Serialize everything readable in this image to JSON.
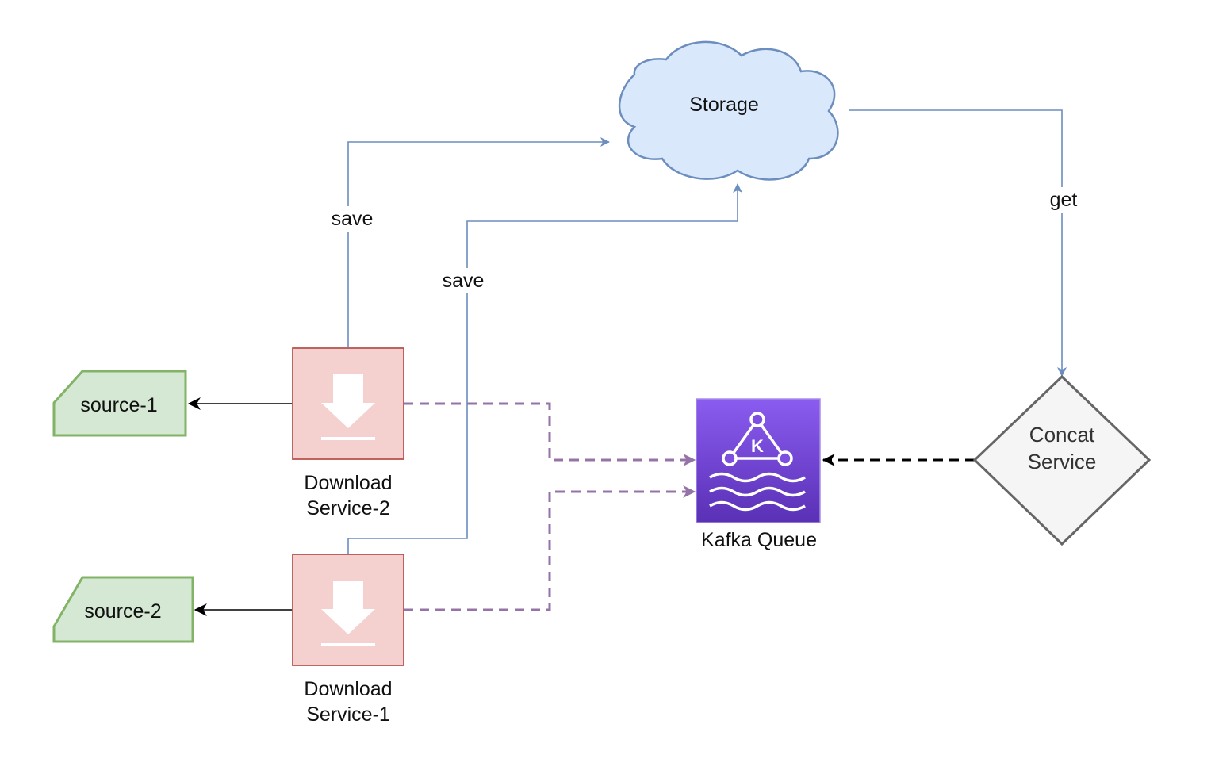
{
  "nodes": {
    "storage": {
      "label": "Storage",
      "fill": "#dae8fc",
      "stroke": "#6c8ebf"
    },
    "source1": {
      "label": "source-1",
      "fill": "#d5e8d4",
      "stroke": "#82b366"
    },
    "source2": {
      "label": "source-2",
      "fill": "#d5e8d4",
      "stroke": "#82b366"
    },
    "download2": {
      "label_line1": "Download",
      "label_line2": "Service-2",
      "fill": "#f4d0cf",
      "stroke": "#b85450",
      "icon": "download-icon"
    },
    "download1": {
      "label_line1": "Download",
      "label_line2": "Service-1",
      "fill": "#f4d0cf",
      "stroke": "#b85450",
      "icon": "download-icon"
    },
    "kafka": {
      "label": "Kafka Queue",
      "fill_top": "#8a5cf0",
      "fill_bottom": "#5a30b5",
      "icon": "kafka-icon",
      "icon_letter": "K"
    },
    "concat": {
      "label_line1": "Concat",
      "label_line2": "Service",
      "fill": "#f5f5f5",
      "stroke": "#666666"
    }
  },
  "edges": {
    "save_from_download2": {
      "label": "save",
      "color": "#6c8ebf"
    },
    "save_from_download1": {
      "label": "save",
      "color": "#6c8ebf"
    },
    "get_from_storage": {
      "label": "get",
      "color": "#6c8ebf"
    },
    "queue_edges_color": "#9673a6",
    "concat_to_kafka_color": "#000000"
  }
}
